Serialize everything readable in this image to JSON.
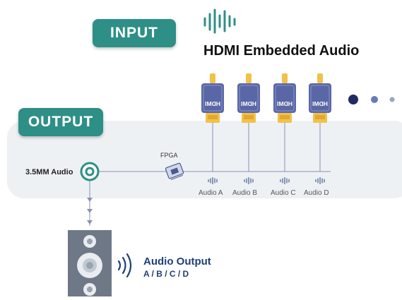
{
  "input_label": "INPUT",
  "output_label": "OUTPUT",
  "title": "HDMI Embedded Audio",
  "jack_label": "3.5MM Audio",
  "fpga_label": "FPGA",
  "hdmi_text": "HDMI",
  "audio_channels": [
    "Audio A",
    "Audio B",
    "Audio C",
    "Audio D"
  ],
  "output_title": "Audio Output",
  "output_subtitle": "A / B / C / D",
  "colors": {
    "accent": "#2e8f86",
    "panel": "#eef1f4",
    "connector": "#5a67a6",
    "gold": "#f2c14a",
    "line": "#8a8fb5",
    "dark_blue": "#1f3f7a"
  }
}
